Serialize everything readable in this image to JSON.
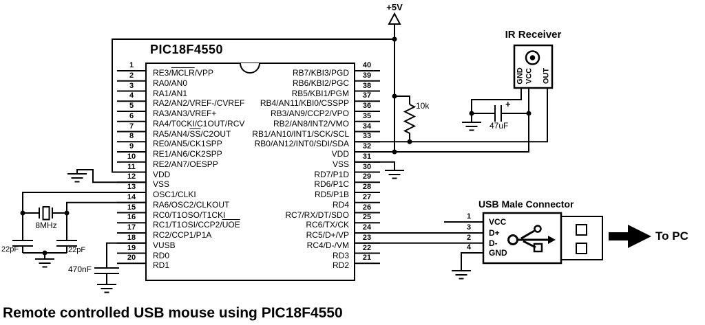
{
  "caption": "Remote controlled USB mouse using PIC18F4550",
  "power": {
    "rail_label": "+5V"
  },
  "chip": {
    "name": "PIC18F4550",
    "left_pins": [
      {
        "num": "1",
        "parts": [
          "RE3/",
          {
            "ov": "MCLR"
          },
          "/VPP"
        ]
      },
      {
        "num": "2",
        "label": "RA0/AN0"
      },
      {
        "num": "3",
        "label": "RA1/AN1"
      },
      {
        "num": "4",
        "label": "RA2/AN2/VREF-/CVREF"
      },
      {
        "num": "5",
        "label": "RA3/AN3/VREF+"
      },
      {
        "num": "6",
        "label": "RA4/T0CKI/C1OUT/RCV"
      },
      {
        "num": "7",
        "parts": [
          "RA5/AN4/",
          {
            "ov": "SS"
          },
          "/C2OUT"
        ]
      },
      {
        "num": "8",
        "label": "RE0/AN5/CK1SPP"
      },
      {
        "num": "9",
        "label": "RE1/AN6/CK2SPP"
      },
      {
        "num": "10",
        "label": "RE2/AN7/OESPP"
      },
      {
        "num": "11",
        "label": "VDD"
      },
      {
        "num": "12",
        "label": "VSS"
      },
      {
        "num": "13",
        "label": "OSC1/CLKI"
      },
      {
        "num": "14",
        "label": "RA6/OSC2/CLKOUT"
      },
      {
        "num": "15",
        "label": "RC0/T1OSO/T1CKI"
      },
      {
        "num": "16",
        "parts": [
          "RC1/T1OSI/CCP2/",
          {
            "ov": "UOE"
          }
        ]
      },
      {
        "num": "17",
        "label": "RC2/CCP1/P1A"
      },
      {
        "num": "18",
        "label": "VUSB"
      },
      {
        "num": "19",
        "label": "RD0"
      },
      {
        "num": "20",
        "label": "RD1"
      }
    ],
    "right_pins": [
      {
        "num": "40",
        "label": "RB7/KBI3/PGD"
      },
      {
        "num": "39",
        "label": "RB6/KBI2/PGC"
      },
      {
        "num": "38",
        "label": "RB5/KBI1/PGM"
      },
      {
        "num": "37",
        "label": "RB4/AN11/KBI0/CSSPP"
      },
      {
        "num": "36",
        "label": "RB3/AN9/CCP2/VPO"
      },
      {
        "num": "35",
        "label": "RB2/AN8/INT2/VMO"
      },
      {
        "num": "34",
        "label": "RB1/AN10/INT1/SCK/SCL"
      },
      {
        "num": "33",
        "label": "RB0/AN12/INT0/SDI/SDA"
      },
      {
        "num": "32",
        "label": "VDD"
      },
      {
        "num": "31",
        "label": "VSS"
      },
      {
        "num": "30",
        "label": "RD7/P1D"
      },
      {
        "num": "29",
        "label": "RD6/P1C"
      },
      {
        "num": "28",
        "label": "RD5/P1B"
      },
      {
        "num": "27",
        "label": "RD4"
      },
      {
        "num": "26",
        "label": "RC7/RX/DT/SDO"
      },
      {
        "num": "25",
        "label": "RC6/TX/CK"
      },
      {
        "num": "24",
        "label": "RC5/D+/VP"
      },
      {
        "num": "23",
        "label": "RC4/D-/VM"
      },
      {
        "num": "22",
        "label": "RD3"
      },
      {
        "num": "21",
        "label": "RD2"
      }
    ]
  },
  "ir_receiver": {
    "title": "IR Receiver",
    "pins": [
      "GND",
      "VCC",
      "OUT"
    ]
  },
  "usb_connector": {
    "title": "USB Male Connector",
    "pins": [
      {
        "num": "1",
        "label": "VCC"
      },
      {
        "num": "3",
        "label": "D+"
      },
      {
        "num": "2",
        "label": "D-"
      },
      {
        "num": "4",
        "label": "GND"
      }
    ],
    "arrow_label": "To PC"
  },
  "components": {
    "pullup_resistor": "10k",
    "ir_capacitor": "47uF",
    "ir_capacitor_polarity": "+",
    "crystal": "8MHz",
    "crystal_cap_left": "22pF",
    "crystal_cap_right": "22pF",
    "vusb_capacitor": "470nF"
  }
}
